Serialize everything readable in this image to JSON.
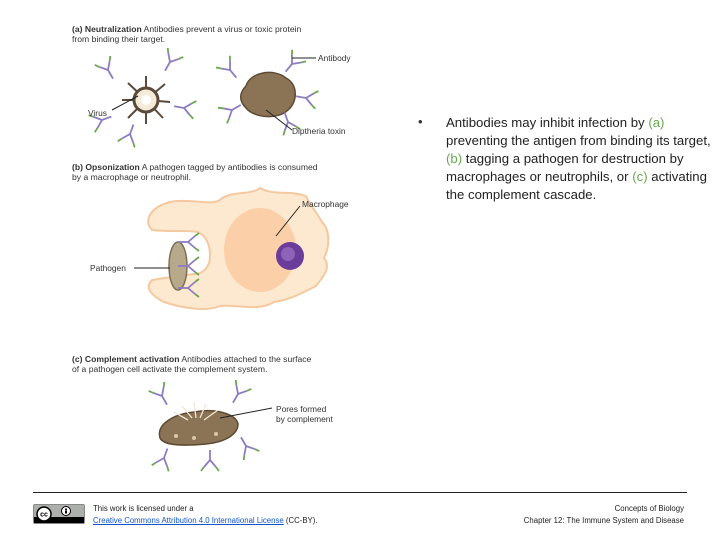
{
  "figure": {
    "panel_a": {
      "letter": "(a)",
      "title": "Neutralization",
      "caption_line1": "Antibodies prevent a virus or toxic protein",
      "caption_line2": "from binding their target.",
      "label_virus": "Virus",
      "label_antibody": "Antibody",
      "label_toxin": "Diptheria toxin"
    },
    "panel_b": {
      "letter": "(b)",
      "title": "Opsonization",
      "caption_line1": "A pathogen tagged by antibodies is consumed",
      "caption_line2": "by a macrophage or neutrophil.",
      "label_macrophage": "Macrophage",
      "label_pathogen": "Pathogen"
    },
    "panel_c": {
      "letter": "(c)",
      "title": "Complement activation",
      "caption_line1": "Antibodies attached to the surface",
      "caption_line2": "of a pathogen cell activate the complement system.",
      "label_pores_line1": "Pores formed",
      "label_pores_line2": "by complement"
    }
  },
  "slide": {
    "bullet_symbol": "•",
    "text_1": "Antibodies may inhibit infection by ",
    "a_marker": "(a)",
    "text_2": " preventing the antigen from binding its target, ",
    "b_marker": "(b)",
    "text_3": " tagging a pathogen for destruction by macrophages or neutrophils, or ",
    "c_marker": "(c)",
    "text_4": " activating the complement cascade.",
    "accent_color": "#6aa84f"
  },
  "footer": {
    "license_line1": "This work is licensed under a",
    "license_link": "Creative Commons Attribution 4.0 International License",
    "license_suffix": " (CC-BY).",
    "credit_line1": "Concepts of Biology",
    "credit_line2": "Chapter 12: The Immune System and Disease",
    "badge_icon": "cc-by-badge-icon"
  }
}
